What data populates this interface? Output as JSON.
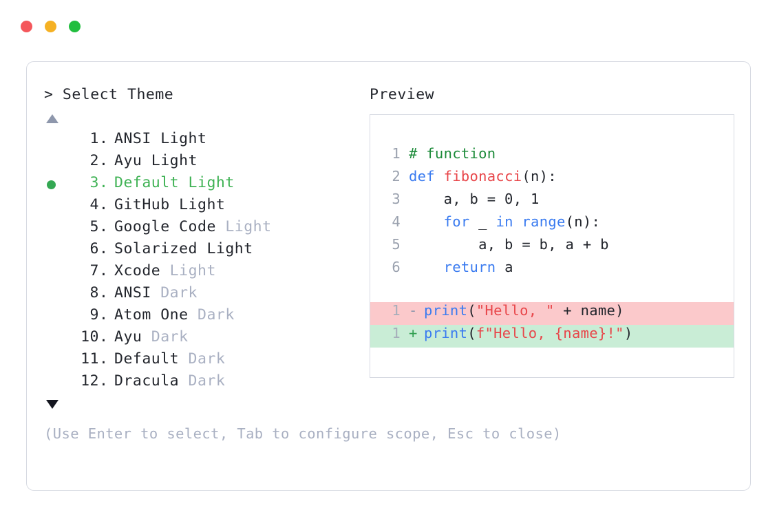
{
  "window": {
    "traffic_lights": [
      {
        "name": "close-button",
        "color": "#f4575b"
      },
      {
        "name": "minimize-button",
        "color": "#f5b124"
      },
      {
        "name": "maximize-button",
        "color": "#22be3f"
      }
    ]
  },
  "left_panel": {
    "prompt_caret": ">",
    "prompt_label": "Select Theme",
    "scroll_up_icon": "triangle-up",
    "scroll_down_icon": "triangle-down",
    "selected_index": 3,
    "selected_color": "#3fb254",
    "bullet_color": "#34a853",
    "items": [
      {
        "index": "1",
        "dot": ".",
        "name": "ANSI",
        "variant": "Light",
        "variant_dim": false
      },
      {
        "index": "2",
        "dot": ".",
        "name": "Ayu",
        "variant": "Light",
        "variant_dim": false
      },
      {
        "index": "3",
        "dot": ".",
        "name": "Default",
        "variant": "Light",
        "variant_dim": false
      },
      {
        "index": "4",
        "dot": ".",
        "name": "GitHub",
        "variant": "Light",
        "variant_dim": false
      },
      {
        "index": "5",
        "dot": ".",
        "name": "Google Code",
        "variant": "Light",
        "variant_dim": true
      },
      {
        "index": "6",
        "dot": ".",
        "name": "Solarized",
        "variant": "Light",
        "variant_dim": false
      },
      {
        "index": "7",
        "dot": ".",
        "name": "Xcode",
        "variant": "Light",
        "variant_dim": true
      },
      {
        "index": "8",
        "dot": ".",
        "name": "ANSI",
        "variant": "Dark",
        "variant_dim": true
      },
      {
        "index": "9",
        "dot": ".",
        "name": "Atom One",
        "variant": "Dark",
        "variant_dim": true
      },
      {
        "index": "10",
        "dot": ".",
        "name": "Ayu",
        "variant": "Dark",
        "variant_dim": true
      },
      {
        "index": "11",
        "dot": ".",
        "name": "Default",
        "variant": "Dark",
        "variant_dim": true
      },
      {
        "index": "12",
        "dot": ".",
        "name": "Dracula",
        "variant": "Dark",
        "variant_dim": true
      }
    ]
  },
  "right_panel": {
    "title": "Preview",
    "code": {
      "language": "python",
      "lines": [
        {
          "number": "1",
          "tokens": [
            {
              "t": "# function",
              "c": "comment"
            }
          ]
        },
        {
          "number": "2",
          "tokens": [
            {
              "t": "def ",
              "c": "kw"
            },
            {
              "t": "fibonacci",
              "c": "fn"
            },
            {
              "t": "(n):",
              "c": "punct"
            }
          ]
        },
        {
          "number": "3",
          "tokens": [
            {
              "t": "    a, b = 0, 1",
              "c": "plain"
            }
          ]
        },
        {
          "number": "4",
          "tokens": [
            {
              "t": "    ",
              "c": "plain"
            },
            {
              "t": "for",
              "c": "kw"
            },
            {
              "t": " _ ",
              "c": "plain"
            },
            {
              "t": "in",
              "c": "kw"
            },
            {
              "t": " ",
              "c": "plain"
            },
            {
              "t": "range",
              "c": "builtin"
            },
            {
              "t": "(n):",
              "c": "punct"
            }
          ]
        },
        {
          "number": "5",
          "tokens": [
            {
              "t": "        a, b = b, a + b",
              "c": "plain"
            }
          ]
        },
        {
          "number": "6",
          "tokens": [
            {
              "t": "    ",
              "c": "plain"
            },
            {
              "t": "return",
              "c": "kw"
            },
            {
              "t": " a",
              "c": "plain"
            }
          ]
        }
      ]
    },
    "diff": [
      {
        "number": "1",
        "sign": "-",
        "kind": "remove",
        "tokens": [
          {
            "t": "print",
            "c": "builtin"
          },
          {
            "t": "(",
            "c": "punct"
          },
          {
            "t": "\"Hello, \"",
            "c": "str"
          },
          {
            "t": " + name)",
            "c": "plain"
          }
        ]
      },
      {
        "number": "1",
        "sign": "+",
        "kind": "add",
        "tokens": [
          {
            "t": "print",
            "c": "builtin"
          },
          {
            "t": "(",
            "c": "punct"
          },
          {
            "t": "f\"Hello, ",
            "c": "str"
          },
          {
            "t": "{name}",
            "c": "str"
          },
          {
            "t": "!\"",
            "c": "str"
          },
          {
            "t": ")",
            "c": "punct"
          }
        ]
      }
    ],
    "diff_remove_bg": "#fbc9cb",
    "diff_add_bg": "#c9edd6"
  },
  "footer": {
    "hint": "(Use Enter to select, Tab to configure scope, Esc to close)"
  }
}
